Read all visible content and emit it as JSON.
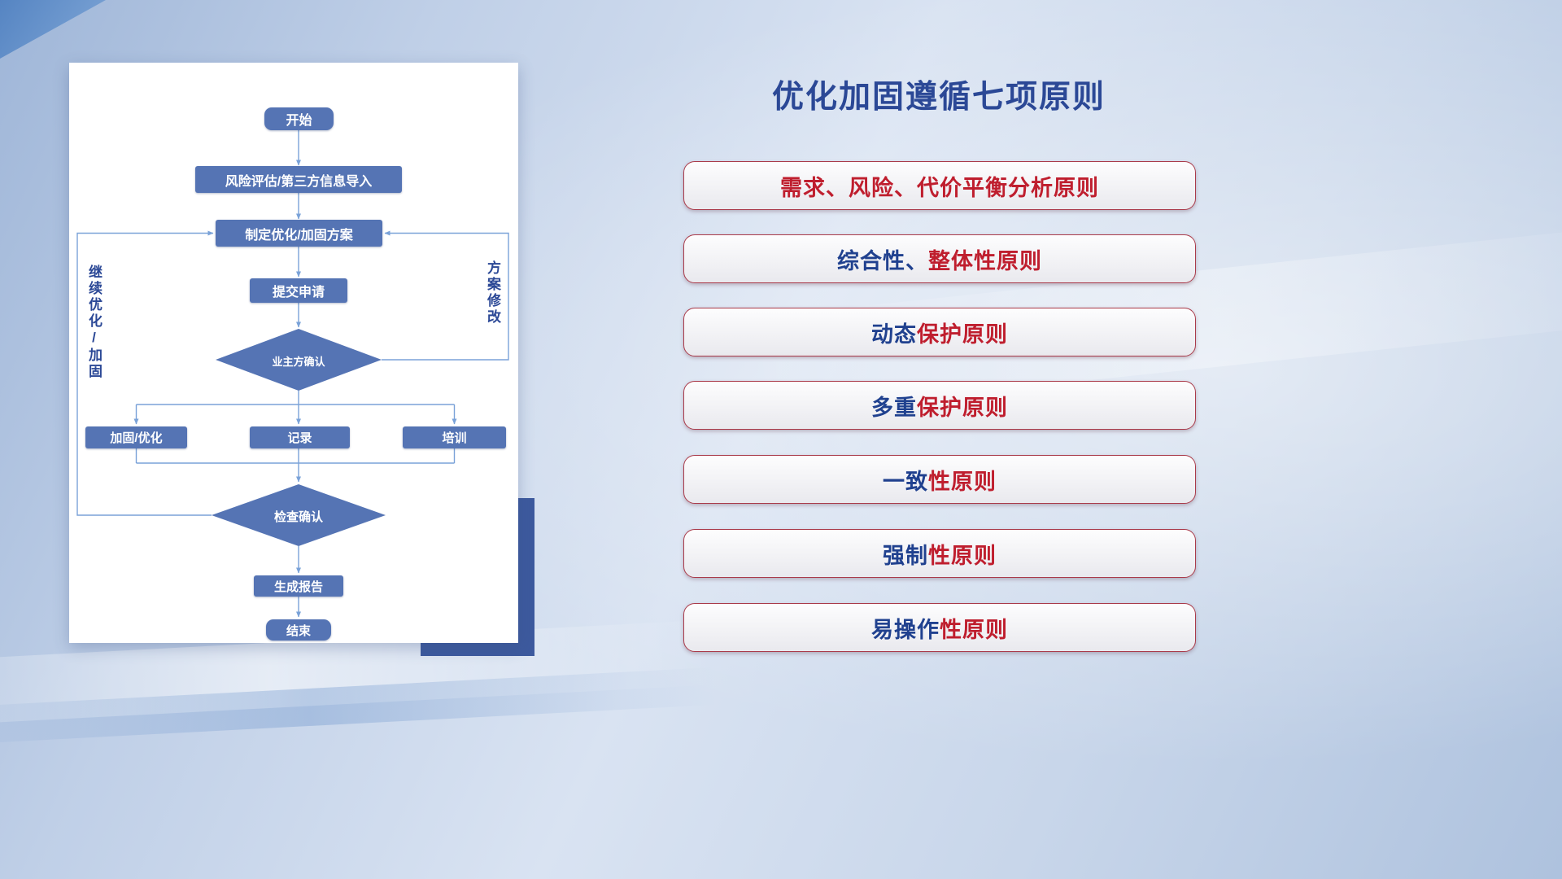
{
  "flowchart": {
    "nodes": {
      "start": "开始",
      "risk_import": "风险评估/第三方信息导入",
      "make_plan": "制定优化/加固方案",
      "submit": "提交申请",
      "owner_confirm": "业主方确认",
      "harden_optimize": "加固/优化",
      "record": "记录",
      "training": "培训",
      "check_confirm": "检查确认",
      "report": "生成报告",
      "end": "结束"
    },
    "loop_labels": {
      "left": "继续优化/加固",
      "right": "方案修改"
    }
  },
  "panel": {
    "title": "优化加固遵循七项原则",
    "principles": [
      {
        "blue": "",
        "red": "需求、风险、代价平衡分析原则"
      },
      {
        "blue": "综合性、",
        "red": "整体性原则"
      },
      {
        "blue": "动态",
        "red": "保护原则"
      },
      {
        "blue": "多重",
        "red": "保护原则"
      },
      {
        "blue": "一致",
        "red": "性原则"
      },
      {
        "blue": "强制",
        "red": "性原则"
      },
      {
        "blue": "易操作",
        "red": "性原则"
      }
    ]
  },
  "colors": {
    "title_blue": "#2b4896",
    "principle_blue": "#20418f",
    "principle_red": "#bf1e2e",
    "principle_border": "#a93a4a",
    "node_fill": "#5574b4",
    "connector": "#7aa2d8",
    "card_shadow_rect": "#3d5a9e"
  }
}
